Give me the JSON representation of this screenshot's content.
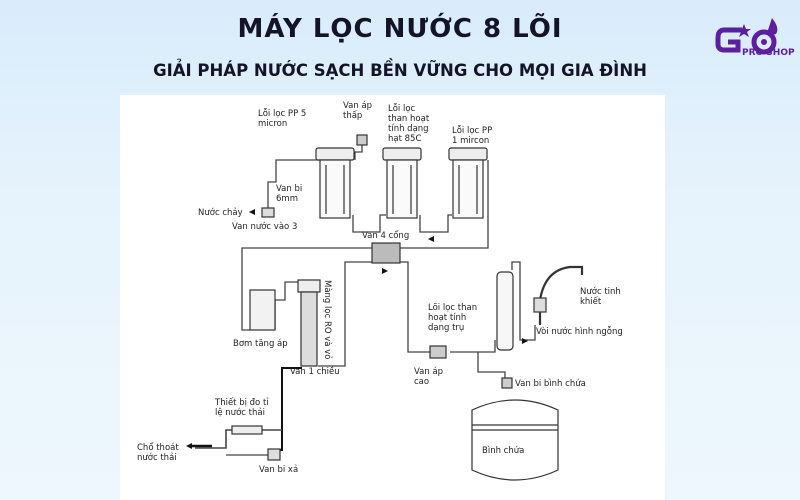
{
  "header": {
    "title": "MÁY LỌC NƯỚC 8 LÕI",
    "subtitle": "GIẢI PHÁP NƯỚC SẠCH BỀN VỮNG CHO MỌI GIA ĐÌNH",
    "logo_text": "PRO SHOP",
    "brand_color": "#5b1fa0"
  },
  "diagram": {
    "labels": {
      "pp5": "Lỗi lọc PP 5\nmicron",
      "low_pressure_valve": "Van áp\nthấp",
      "carbon_85c": "Lỗi lọc\nthan hoạt\ntính dạng\nhạt 85C",
      "pp1": "Lỗi lọc PP\n1 mircon",
      "ball_valve_6mm": "Van bi\n6mm",
      "water_in": "Nước chảy",
      "inlet_valve": "Van nước vào 3",
      "four_way_valve": "Van 4 cổng",
      "booster_pump": "Bơm tăng áp",
      "ro_membrane": "Màng lọc RO và vỏ",
      "check_valve": "Van 1 chiều",
      "carbon_post": "Lõi lọc than\nhoạt tính\ndạng trụ",
      "pure_water": "Nước tinh\nkhiết",
      "gooseneck_faucet": "Vòi nước hình ngỗng",
      "high_pressure_valve": "Van áp\ncao",
      "tank_valve": "Van bi bình chứa",
      "waste_ratio": "Thiết bị đo tỉ\nlệ nước thải",
      "drain": "Chổ thoát\nnước thải",
      "flush_valve": "Van bi xả",
      "tank": "Bình chứa"
    }
  }
}
